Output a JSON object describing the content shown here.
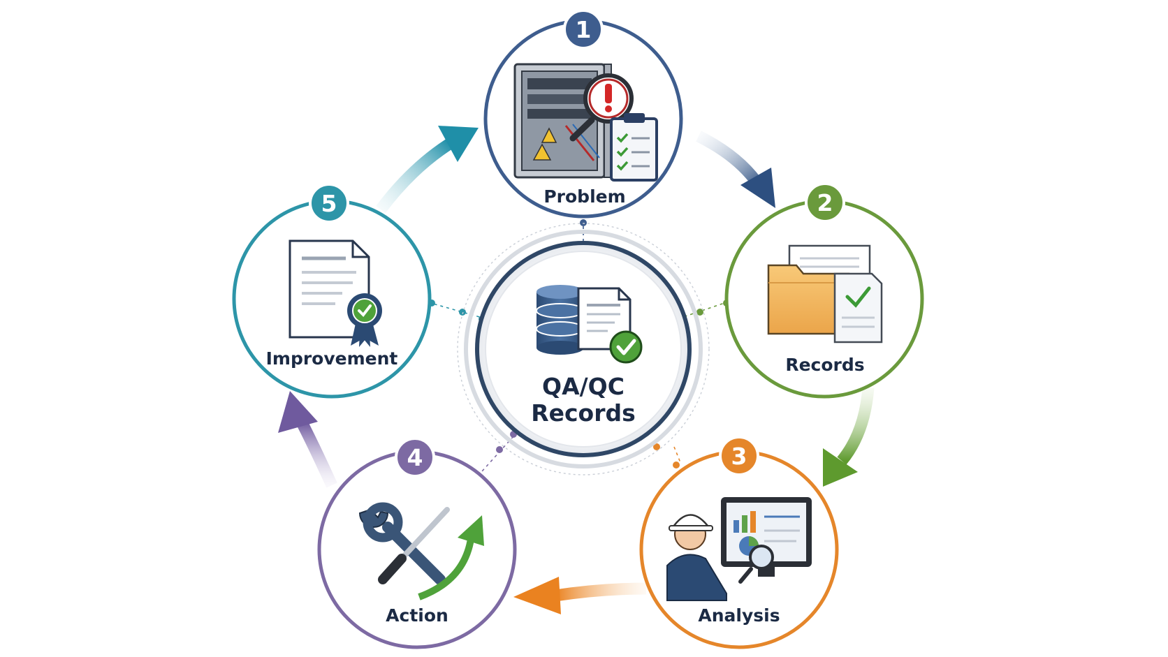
{
  "center": {
    "title_line1": "QA/QC",
    "title_line2": "Records",
    "icons": [
      "database-icon",
      "document-icon",
      "check-badge-icon"
    ]
  },
  "colors": {
    "step1": "#3e5d8e",
    "step2": "#6a9a3c",
    "step3": "#e5862a",
    "step4": "#7d6aa3",
    "step5": "#2d95a8",
    "text": "#1b2a44",
    "center_ring": "#2f4766"
  },
  "steps": [
    {
      "number": "1",
      "label": "Problem",
      "icon": "electrical-panel-inspection-icon"
    },
    {
      "number": "2",
      "label": "Records",
      "icon": "folder-documents-icon"
    },
    {
      "number": "3",
      "label": "Analysis",
      "icon": "engineer-monitor-analysis-icon"
    },
    {
      "number": "4",
      "label": "Action",
      "icon": "wrench-screwdriver-icon"
    },
    {
      "number": "5",
      "label": "Improvement",
      "icon": "certified-document-icon"
    }
  ]
}
